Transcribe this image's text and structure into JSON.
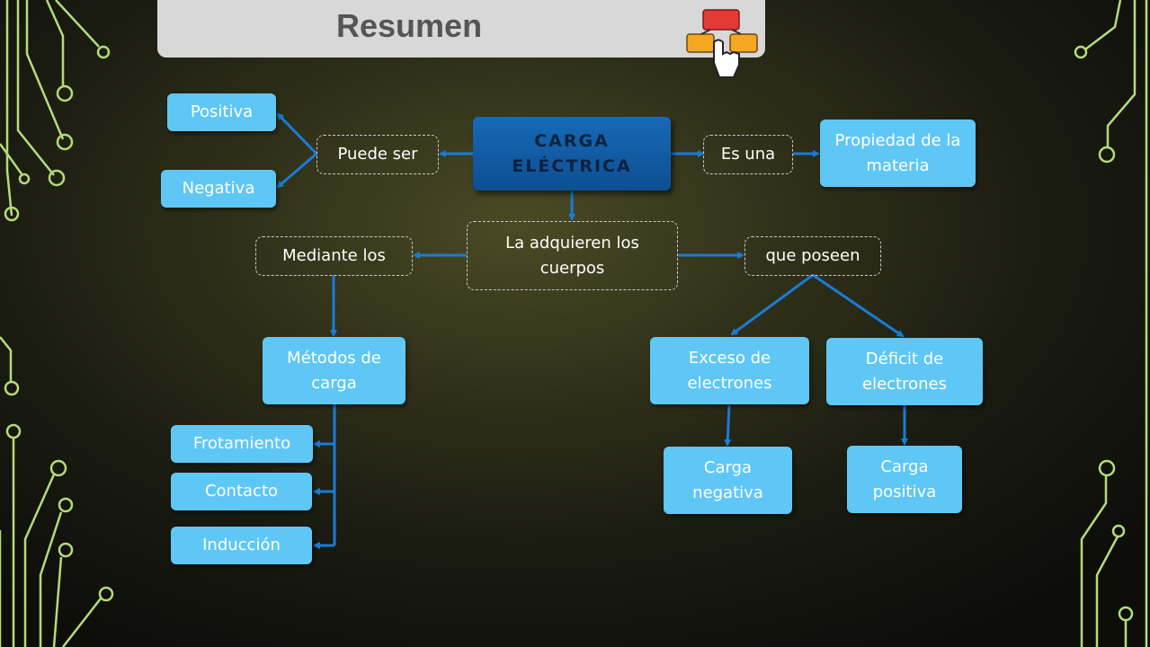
{
  "header": {
    "title": "Resumen"
  },
  "nodes": {
    "carga": "CARGA ELÉCTRICA",
    "puede_ser": "Puede ser",
    "positiva": "Positiva",
    "negativa": "Negativa",
    "es_una": "Es una",
    "propiedad": "Propiedad de la materia",
    "adquieren": "La adquieren los cuerpos",
    "mediante": "Mediante los",
    "que_poseen": "que poseen",
    "metodos": "Métodos de carga",
    "frotamiento": "Frotamiento",
    "contacto": "Contacto",
    "induccion": "Inducción",
    "exceso": "Exceso de electrones",
    "deficit": "Déficit de electrones",
    "carga_negativa": "Carga negativa",
    "carga_positiva": "Carga positiva"
  },
  "colors": {
    "node_light": "#5fc7f6",
    "node_dark": "#1769b6",
    "arrow": "#1a7bd6",
    "circuit": "#b8e07a"
  },
  "icons": {
    "header_icon": "flowchart-click-icon"
  }
}
